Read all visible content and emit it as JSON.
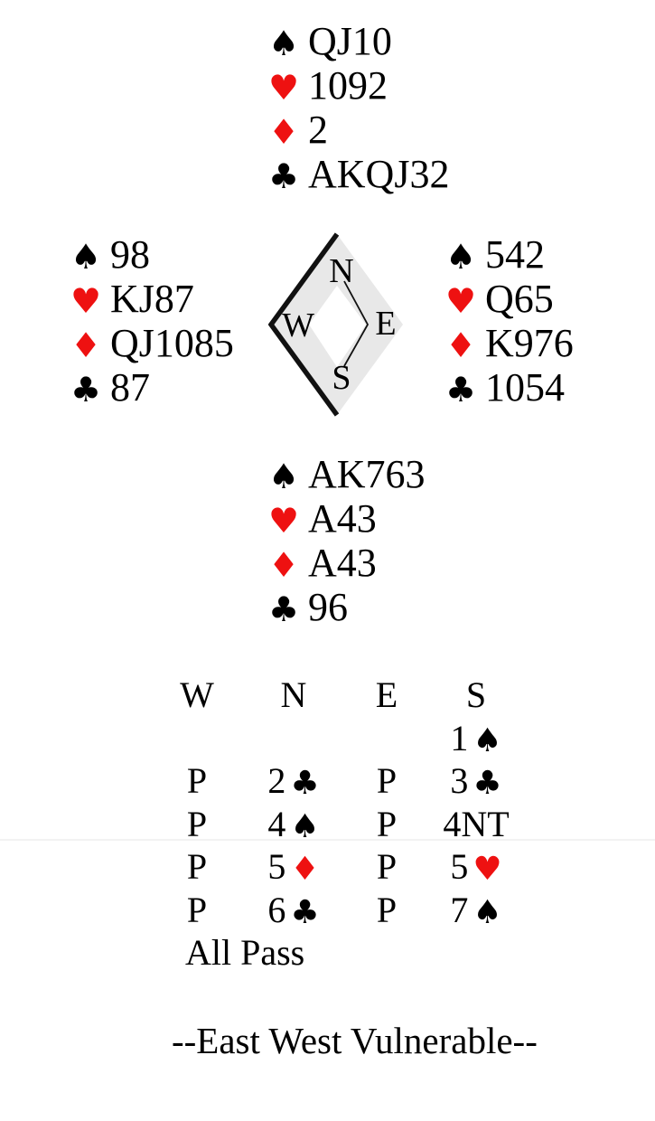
{
  "colors": {
    "suit_red": "#ee1111",
    "suit_black": "#000000",
    "compass_band": "#e8e8e8",
    "compass_stroke": "#111111"
  },
  "suit_symbols": {
    "spade": "♠",
    "heart": "♥",
    "diamond": "♦",
    "club": "♣"
  },
  "hands": {
    "north": {
      "spades": "QJ10",
      "hearts": "1092",
      "diamonds": "2",
      "clubs": "AKQJ32"
    },
    "west": {
      "spades": "98",
      "hearts": "KJ87",
      "diamonds": "QJ1085",
      "clubs": "87"
    },
    "east": {
      "spades": "542",
      "hearts": "Q65",
      "diamonds": "K976",
      "clubs": "1054"
    },
    "south": {
      "spades": "AK763",
      "hearts": "A43",
      "diamonds": "A43",
      "clubs": "96"
    }
  },
  "compass": {
    "north": "N",
    "west": "W",
    "east": "E",
    "south": "S"
  },
  "auction": {
    "headers": [
      "W",
      "N",
      "E",
      "S"
    ],
    "rows": [
      [
        null,
        null,
        null,
        {
          "level": "1",
          "suit": "spade"
        }
      ],
      [
        {
          "call": "P"
        },
        {
          "level": "2",
          "suit": "club"
        },
        {
          "call": "P"
        },
        {
          "level": "3",
          "suit": "club"
        }
      ],
      [
        {
          "call": "P"
        },
        {
          "level": "4",
          "suit": "spade"
        },
        {
          "call": "P"
        },
        {
          "call": "4NT"
        }
      ],
      [
        {
          "call": "P"
        },
        {
          "level": "5",
          "suit": "diamond"
        },
        {
          "call": "P"
        },
        {
          "level": "5",
          "suit": "heart"
        }
      ],
      [
        {
          "call": "P"
        },
        {
          "level": "6",
          "suit": "club"
        },
        {
          "call": "P"
        },
        {
          "level": "7",
          "suit": "spade"
        }
      ]
    ],
    "all_pass": "All Pass"
  },
  "vulnerability": "--East West Vulnerable--"
}
